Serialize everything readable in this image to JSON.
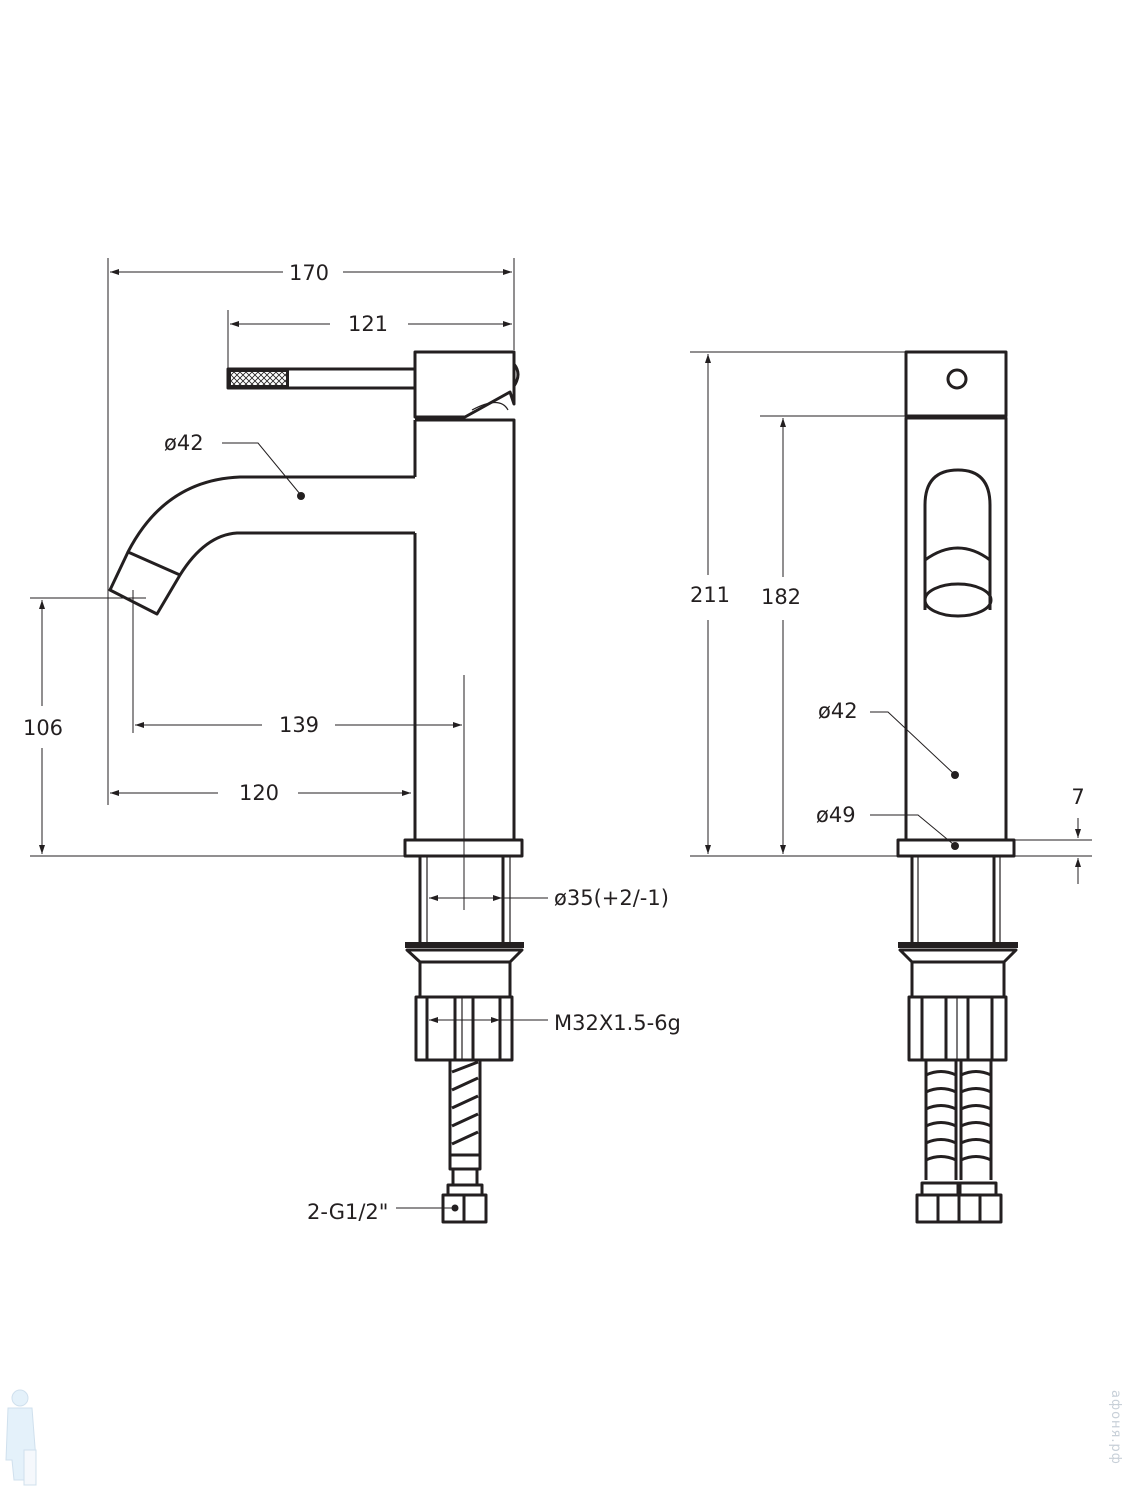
{
  "drawing": {
    "side_view": {
      "overall_width": "170",
      "lever_width": "121",
      "spout_diameter": "ø42",
      "spout_height": "106",
      "spout_reach_center": "139",
      "spout_reach": "120",
      "hole_diameter": "ø35(+2/-1)",
      "thread": "M32X1.5-6g",
      "hose_connection": "2-G1/2\""
    },
    "front_view": {
      "total_height": "211",
      "body_height": "182",
      "body_diameter": "ø42",
      "flange_diameter": "ø49",
      "flange_thickness": "7"
    }
  },
  "watermark": {
    "text": "афоня.рф"
  },
  "colors": {
    "line": "#231f20",
    "watermark": "#c8d8e8"
  }
}
